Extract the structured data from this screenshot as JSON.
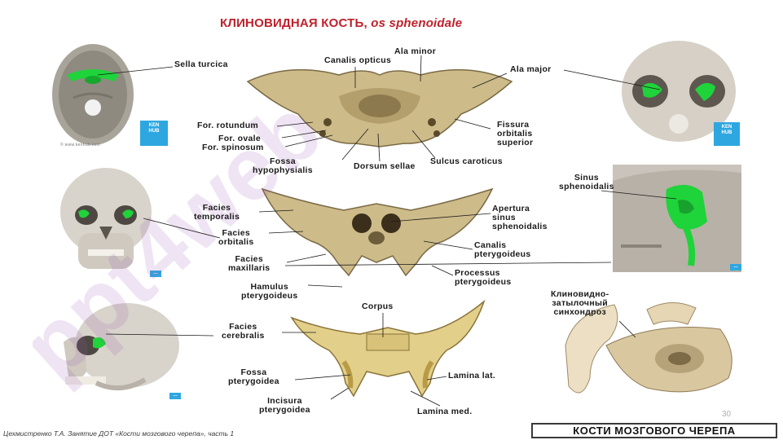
{
  "title": {
    "main": "КЛИНОВИДНАЯ КОСТЬ, ",
    "latin": "os sphenoidale"
  },
  "labels": {
    "sella_turcica": "Sella turcica",
    "ala_minor": "Ala minor",
    "canalis_opticus": "Canalis opticus",
    "ala_major": "Ala major",
    "for_rotundum": "For. rotundum",
    "for_ovale": "For. ovale",
    "for_spinosum": "For. spinosum",
    "fossa_hypophysialis": "Fossa\nhypophysialis",
    "dorsum_sellae": "Dorsum sellae",
    "sulcus_caroticus": "Sulcus caroticus",
    "fissura_orbitalis": "Fissura\norbitalis\nsuperior",
    "facies_temporalis": "Facies\ntemporalis",
    "facies_orbitalis": "Facies\norbitalis",
    "facies_maxillaris": "Facies\nmaxillaris",
    "hamulus": "Hamulus\npterygoideus",
    "sinus_sphenoidalis": "Sinus\nsphenoidalis",
    "apertura_sinus": "Apertura\nsinus\nsphenoidalis",
    "canalis_pterygoideus": "Canalis\npterygoideus",
    "processus_pterygoideus": "Processus\npterygoideus",
    "corpus": "Corpus",
    "facies_cerebralis": "Facies\ncerebralis",
    "fossa_pterygoidea": "Fossa\npterygoidea",
    "incisura_pterygoidea": "Incisura\npterygoidea",
    "lamina_lat": "Lamina lat.",
    "lamina_med": "Lamina med.",
    "synchondrosis": "Клиновидно-\nзатылочный\nсинхондроз"
  },
  "badges": {
    "kenhub": "KEN\nHUB",
    "small": "..."
  },
  "image_credit": "© www.kenhub.com",
  "page_number": "30",
  "footer": {
    "left": "Цехмистренко Т.А. Занятие ДОТ «Кости мозгового черепа», часть 1",
    "right": "КОСТИ  МОЗГОВОГО ЧЕРЕПА"
  },
  "watermark_text": "ppt4web",
  "colors": {
    "title": "#c0202a",
    "highlight": "#1fd33a",
    "bone": "#cdbb8a",
    "watermark": "#9b59b6"
  }
}
